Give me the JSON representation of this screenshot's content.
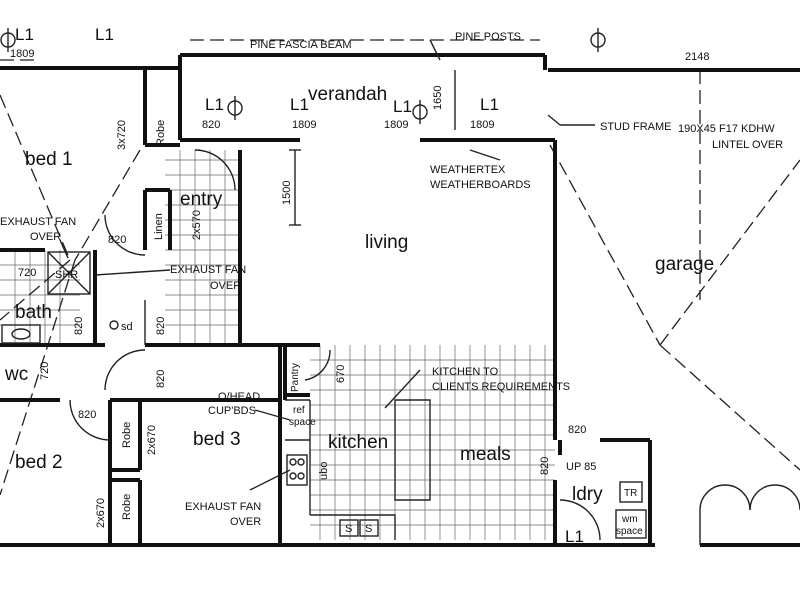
{
  "top": {
    "beam": "PINE FASCIA BEAM",
    "posts": "PINE POSTS",
    "dim_2148": "2148",
    "stud_frame": "STUD FRAME",
    "lintel_1": "190X45 F17 KDHW",
    "lintel_2": "LINTEL OVER",
    "weathertex_1": "WEATHERTEX",
    "weathertex_2": "WEATHERBOARDS"
  },
  "rooms": {
    "verandah": "verandah",
    "bed1": "bed 1",
    "entry": "entry",
    "living": "living",
    "garage": "garage",
    "bath": "bath",
    "wc": "wc",
    "bed3": "bed 3",
    "kitchen": "kitchen",
    "meals": "meals",
    "bed2": "bed 2",
    "ldry": "ldry"
  },
  "windows": {
    "w1_code": "L1",
    "w1_dim": "1809",
    "w2_code": "L1",
    "w2_dim": "1809",
    "w3_code": "L1",
    "w3_dim": "820",
    "w4_code": "L1",
    "w4_dim": "1809",
    "w5_code": "L1",
    "w5_dim": "1809",
    "w6_code": "L1",
    "w7_code": "L1"
  },
  "labels": {
    "robe_top": "Robe",
    "dim_3x720": "3x720",
    "linen": "Linen",
    "dim_2x570": "2x570",
    "door_820_a": "820",
    "exhaust_1a": "EXHAUST FAN",
    "exhaust_1b": "OVER",
    "shr": "SHR",
    "dim_720_a": "720",
    "exhaust_2a": "EXHAUST FAN",
    "exhaust_2b": "OVER",
    "door_820_b": "820",
    "door_820_c": "820",
    "sd": "sd",
    "dim_720_b": "720",
    "door_820_d": "820",
    "door_820_e": "820",
    "dim_1500": "1500",
    "dim_1650": "1650",
    "pantry": "Pantry",
    "dim_670": "670",
    "kitchen_note_1": "KITCHEN TO",
    "kitchen_note_2": "CLIENTS REQUIREMENTS",
    "ohead_1": "O/HEAD",
    "ohead_2": "CUP'BDS",
    "ref_1": "ref",
    "ref_2": "space",
    "ubo": "ubo",
    "robe_mid": "Robe",
    "dim_2x670_a": "2x670",
    "robe_low": "Robe",
    "dim_2x670_b": "2x670",
    "exhaust_3a": "EXHAUST FAN",
    "exhaust_3b": "OVER",
    "sink": "S",
    "door_820_f": "820",
    "door_820_g": "820",
    "up85": "UP 85",
    "tr": "TR",
    "wm_1": "wm",
    "wm_2": "space"
  }
}
